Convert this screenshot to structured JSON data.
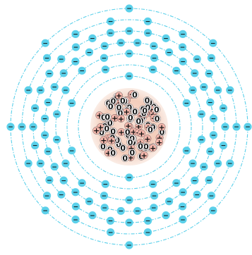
{
  "atom": {
    "electron_shells": [
      {
        "shell": 1,
        "electrons": 2
      },
      {
        "shell": 2,
        "electrons": 8
      },
      {
        "shell": 3,
        "electrons": 18
      },
      {
        "shell": 4,
        "electrons": 32
      },
      {
        "shell": 5,
        "electrons": 32
      },
      {
        "shell": 6,
        "electrons": 18
      },
      {
        "shell": 7,
        "electrons": 8
      }
    ],
    "electron_symbol": "−",
    "proton_symbol": "+",
    "neutron_symbol": "0",
    "colors": {
      "orbit": "#5bd0ea",
      "electron": "#5bd0ea",
      "electron_sign": "#111111",
      "nucleus_glow": "#f0c8b4",
      "proton": "#f4b7ac",
      "neutron": "#ffffff",
      "particle_text": "#111111"
    }
  }
}
